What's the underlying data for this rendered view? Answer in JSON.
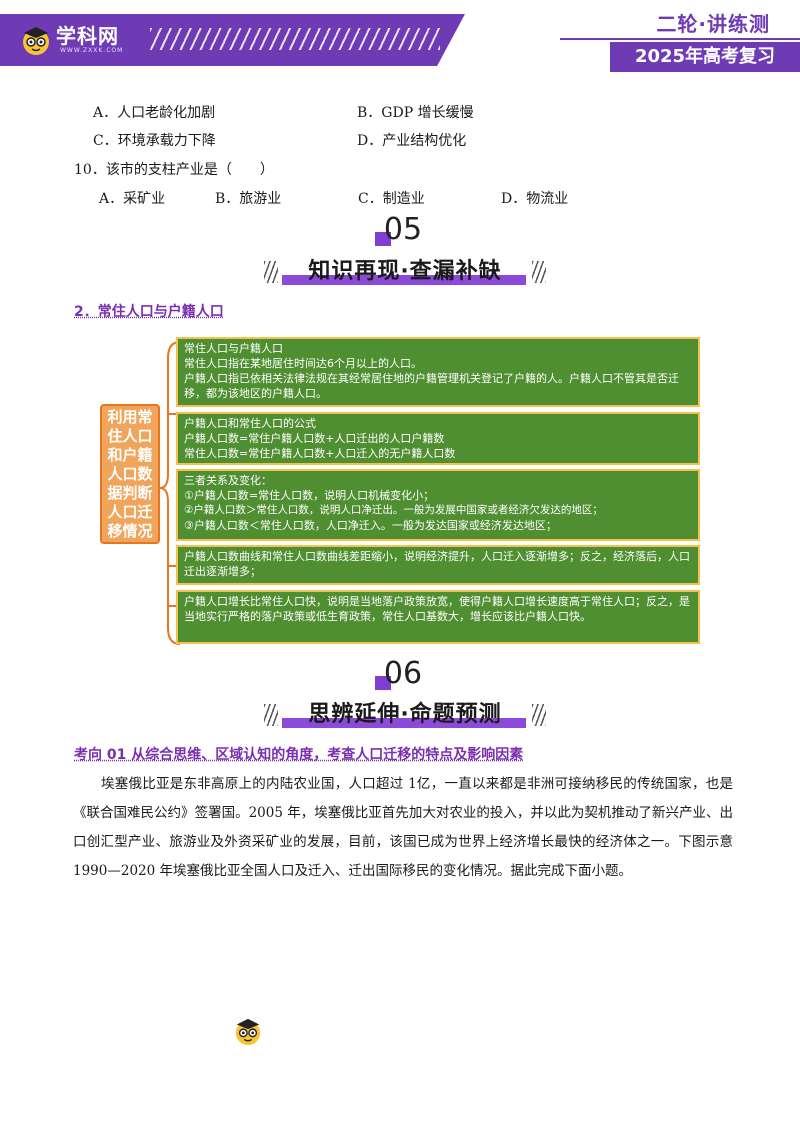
{
  "header": {
    "logo": "学科网",
    "logo_sub": "WWW.ZXXK.COM",
    "series_title": "二轮·讲练测",
    "year_label": "2025年高考复习"
  },
  "question9_options": [
    {
      "label": "A．人口老龄化加剧"
    },
    {
      "label": "B．GDP 增长缓慢"
    },
    {
      "label": "C．环境承载力下降"
    },
    {
      "label": "D．产业结构优化"
    }
  ],
  "question10": {
    "stem": "10．该市的支柱产业是（　　）",
    "options": [
      "A．采矿业",
      "B．旅游业",
      "C．制造业",
      "D．物流业"
    ]
  },
  "section05": {
    "number": "05",
    "title": "知识再现·查漏补缺"
  },
  "subheading": "2．常住人口与户籍人口",
  "concept_map": {
    "root": "利用常住人口和户籍人口数据判断人口迁移情况",
    "boxes": [
      {
        "lines": [
          "常住人口与户籍人口",
          "常住人口指在某地居住时间达6个月以上的人口。",
          "户籍人口指已依相关法律法规在其经常居住地的户籍管理机关登记了户籍的人。户籍人口不管其是否迁移，都为该地区的户籍人口。"
        ]
      },
      {
        "lines": [
          "户籍人口和常住人口的公式",
          "户籍人口数=常住户籍人口数+人口迁出的人口户籍数",
          "常住人口数=常住户籍人口数+人口迁入的无户籍人口数"
        ]
      },
      {
        "lines": [
          "三者关系及变化：",
          "①户籍人口数=常住人口数，说明人口机械变化小；",
          "②户籍人口数＞常住人口数，说明人口净迁出。一般为发展中国家或者经济欠发达的地区；",
          "③户籍人口数＜常住人口数，人口净迁入。一般为发达国家或经济发达地区；"
        ]
      },
      {
        "lines": [
          "户籍人口数曲线和常住人口数曲线差距缩小，说明经济提升，人口迁入逐渐增多；反之，经济落后，人口迁出逐渐增多；"
        ]
      },
      {
        "lines": [
          "户籍人口增长比常住人口快，说明是当地落户政策放宽，使得户籍人口增长速度高于常住人口；反之，是当地实行严格的落户政策或低生育政策，常住人口基数大，增长应该比户籍人口快。"
        ]
      }
    ]
  },
  "section06": {
    "number": "06",
    "title": "思辨延伸·命题预测"
  },
  "kaoxiang": "考向 01  从综合思维、区域认知的角度，考查人口迁移的特点及影响因素",
  "passage": "埃塞俄比亚是东非高原上的内陆农业国，人口超过 1亿，一直以来都是非洲可接纳移民的传统国家，也是《联合国难民公约》签署国。2005 年，埃塞俄比亚首先加大对农业的投入，并以此为契机推动了新兴产业、出口创汇型产业、旅游业及外资采矿业的发展，目前，该国已成为世界上经济增长最快的经济体之一。下图示意 1990—2020 年埃塞俄比亚全国人口及迁入、迁出国际移民的变化情况。据此完成下面小题。"
}
